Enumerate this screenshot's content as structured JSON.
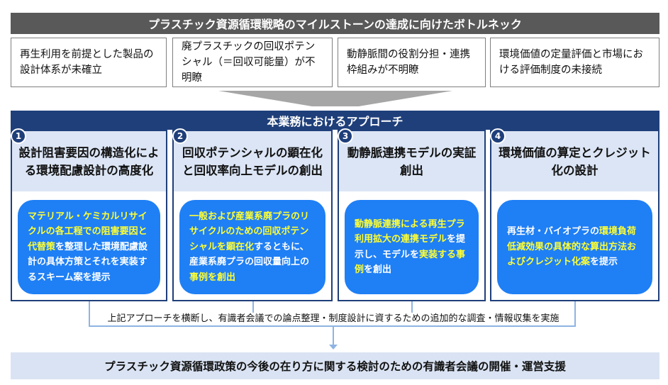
{
  "title": "プラスチック資源循環戦略のマイルストーンの達成に向けたボトルネック",
  "bottlenecks": [
    "再生利用を前提とした製品の設計体系が未確立",
    "廃プラスチックの回収ポテンシャル（＝回収可能量）が不明瞭",
    "動静脈間の役割分担・連携枠組みが不明瞭",
    "環境価値の定量評価と市場における評価制度の未接続"
  ],
  "approach_title": "本業務におけるアプローチ",
  "approaches": [
    {
      "num": "1",
      "title": "設計阻害要因の構造化による環境配慮設計の高度化",
      "desc": [
        {
          "t": "マテリアル・ケミカルリサイクルの各工程での阻害要因と代替策",
          "hl": true
        },
        {
          "t": "を整理した環境配慮設計の具体方策とそれを実装するスキーム案を提示",
          "hl": false
        }
      ]
    },
    {
      "num": "2",
      "title": "回収ポテンシャルの顕在化と回収率向上モデルの創出",
      "desc": [
        {
          "t": "一般および産業系廃プラのリサイクルのための回収ポテンシャルを顕在化",
          "hl": true
        },
        {
          "t": "するともに、産業系廃プラの回収量向上の",
          "hl": false
        },
        {
          "t": "事例を創出",
          "hl": true
        }
      ]
    },
    {
      "num": "3",
      "title": "動静脈連携モデルの実証創出",
      "desc": [
        {
          "t": "動静脈連携による再生プラ利用拡大の連携モデル",
          "hl": true
        },
        {
          "t": "を提示し、モデルを",
          "hl": false
        },
        {
          "t": "実装する事例",
          "hl": true
        },
        {
          "t": "を創出",
          "hl": false
        }
      ]
    },
    {
      "num": "4",
      "title": "環境価値の算定とクレジット化の設計",
      "desc": [
        {
          "t": "再生材・バイオプラの",
          "hl": false
        },
        {
          "t": "環境負荷低減効果の具体的な算出方法およびクレジット化案",
          "hl": true
        },
        {
          "t": "を提示",
          "hl": false
        }
      ]
    }
  ],
  "note": "上記アプローチを横断し、有識者会議での論点整理・制度設計に資するための追加的な調査・情報収集を実施",
  "final": "プラスチック資源循環政策の今後の在り方に関する検討のための有識者会議の開催・運営支援",
  "colors": {
    "navy": "#1f3f7a",
    "card": "#1f7ff5",
    "highlight": "#ffff33",
    "gray": "#595959"
  }
}
